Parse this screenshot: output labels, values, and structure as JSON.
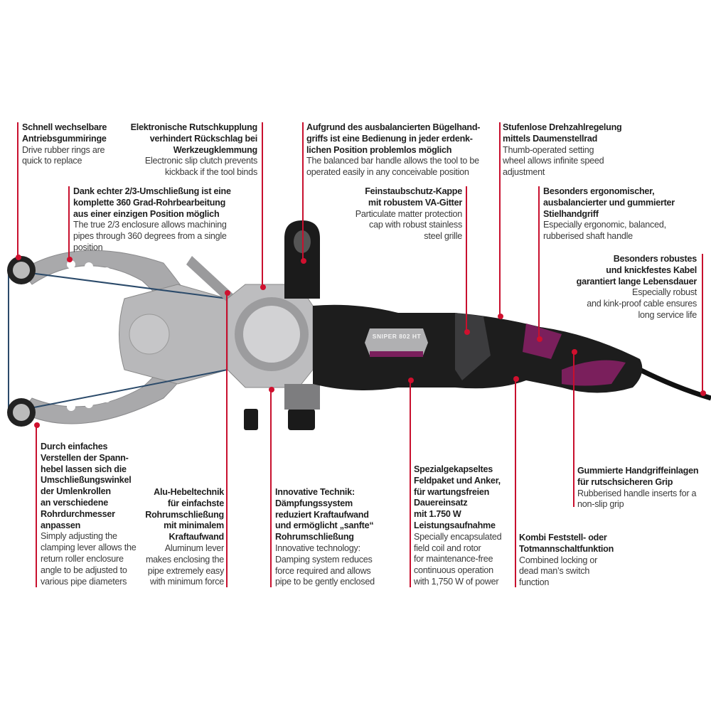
{
  "product": {
    "model_label": "SNIPER 802 HT"
  },
  "colors": {
    "accent": "#c8102e",
    "grip": "#7a1f5c",
    "body": "#1e1e1e",
    "frame": "#a9a9ab"
  },
  "annotations": [
    {
      "de": "Schnell wechselbare\nAntriebsgummiringe",
      "en": "Drive rubber rings are\nquick to replace"
    },
    {
      "de": "Elektronische Rutschkupplung\nverhindert Rückschlag bei\nWerkzeugklemmung",
      "en": "Electronic slip clutch prevents\nkickback if the tool binds"
    },
    {
      "de": "Dank echter 2/3-Umschließung ist eine\nkomplette 360 Grad-Rohrbearbeitung\naus einer einzigen Position möglich",
      "en": "The true 2/3 enclosure allows machining\npipes through 360 degrees from a single\nposition"
    },
    {
      "de": "Aufgrund des ausbalancierten Bügelhand-\ngriffs ist eine Bedienung in jeder erdenk-\nlichen Position problemlos möglich",
      "en": "The balanced bar handle allows the tool to be\noperated easily in any conceivable position"
    },
    {
      "de": "Stufenlose Drehzahlregelung\nmittels Daumenstellrad",
      "en": "Thumb-operated setting\nwheel allows infinite speed\nadjustment"
    },
    {
      "de": "Feinstaubschutz-Kappe\nmit robustem VA-Gitter",
      "en": "Particulate matter protection\ncap with robust stainless\nsteel grille"
    },
    {
      "de": "Besonders ergonomischer,\nausbalancierter und gummierter\nStielhandgriff",
      "en": "Especially ergonomic, balanced,\nrubberised shaft handle"
    },
    {
      "de": "Besonders robustes\nund knickfestes Kabel\ngarantiert lange Lebensdauer",
      "en": "Especially robust\nand kink-proof cable ensures\nlong service life"
    },
    {
      "de": "Durch einfaches\nVerstellen der Spann-\nhebel lassen sich die\nUmschließungswinkel\nder Umlenkrollen\nan verschiedene\nRohrdurchmesser\nanpassen",
      "en": "Simply adjusting the\nclamping lever allows the\nreturn roller enclosure\nangle to be adjusted to\nvarious pipe diameters"
    },
    {
      "de": "Alu-Hebeltechnik\nfür einfachste\nRohrumschließung\nmit minimalem\nKraftaufwand",
      "en": "Aluminum lever\nmakes enclosing the\npipe extremely easy\nwith minimum force"
    },
    {
      "de": "Innovative Technik:\nDämpfungssystem\nreduziert Kraftaufwand\nund ermöglicht „sanfte“\nRohrumschließung",
      "en": "Innovative technology:\nDamping system reduces\nforce required and allows\npipe to be gently enclosed"
    },
    {
      "de": "Spezialgekapseltes\nFeldpaket und Anker,\nfür wartungsfreien\nDauereinsatz\nmit 1.750 W\nLeistungsaufnahme",
      "en": "Specially encapsulated\nfield coil and rotor\nfor maintenance-free\ncontinuous operation\nwith 1,750 W of power"
    },
    {
      "de": "Kombi Feststell- oder\nTotmannschaltfunktion",
      "en": "Combined locking or\ndead man’s switch\nfunction"
    },
    {
      "de": "Gummierte Handgriffeinlagen\nfür rutschsicheren Grip",
      "en": "Rubberised handle inserts for a\nnon-slip grip"
    }
  ]
}
